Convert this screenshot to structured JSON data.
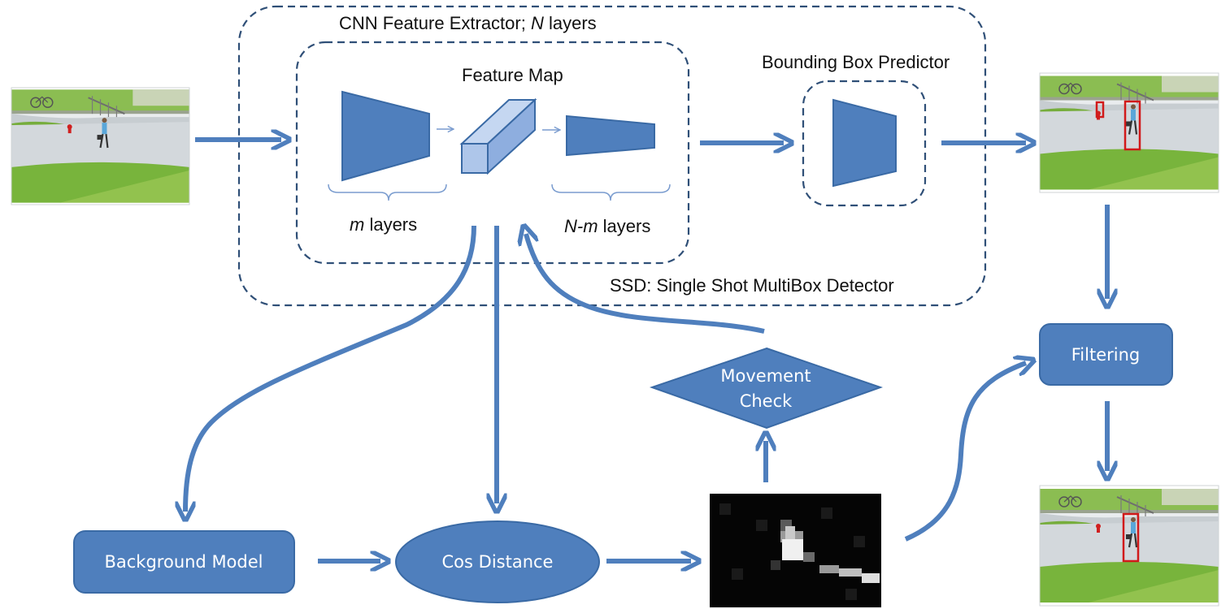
{
  "colors": {
    "primary": "#4f7fbd",
    "primary_stroke": "#3a6aa5",
    "dash": "#2f4f77",
    "cube_face": "#9db7e3",
    "grass": "#7bb23f",
    "road": "#d6dadd",
    "detection": "#d11a1a"
  },
  "labels": {
    "cnn_prefix": "CNN Feature Extractor; ",
    "cnn_n": "N",
    "cnn_suffix": " layers",
    "feature_map": "Feature Map",
    "bounding_box_predictor": "Bounding Box Predictor",
    "m_var": "m",
    "m_suffix": " layers",
    "nm_var": "N-m",
    "nm_suffix": " layers",
    "ssd": "SSD: Single Shot MultiBox Detector"
  },
  "nodes": {
    "filtering": "Filtering",
    "movement_check_line1": "Movement",
    "movement_check_line2": "Check",
    "background_model": "Background Model",
    "cos_distance": "Cos Distance"
  },
  "images": {
    "input": "input-frame",
    "detections": "detection-frame",
    "filtered": "filtered-frame",
    "distance_map": "cosine-distance-heatmap"
  }
}
